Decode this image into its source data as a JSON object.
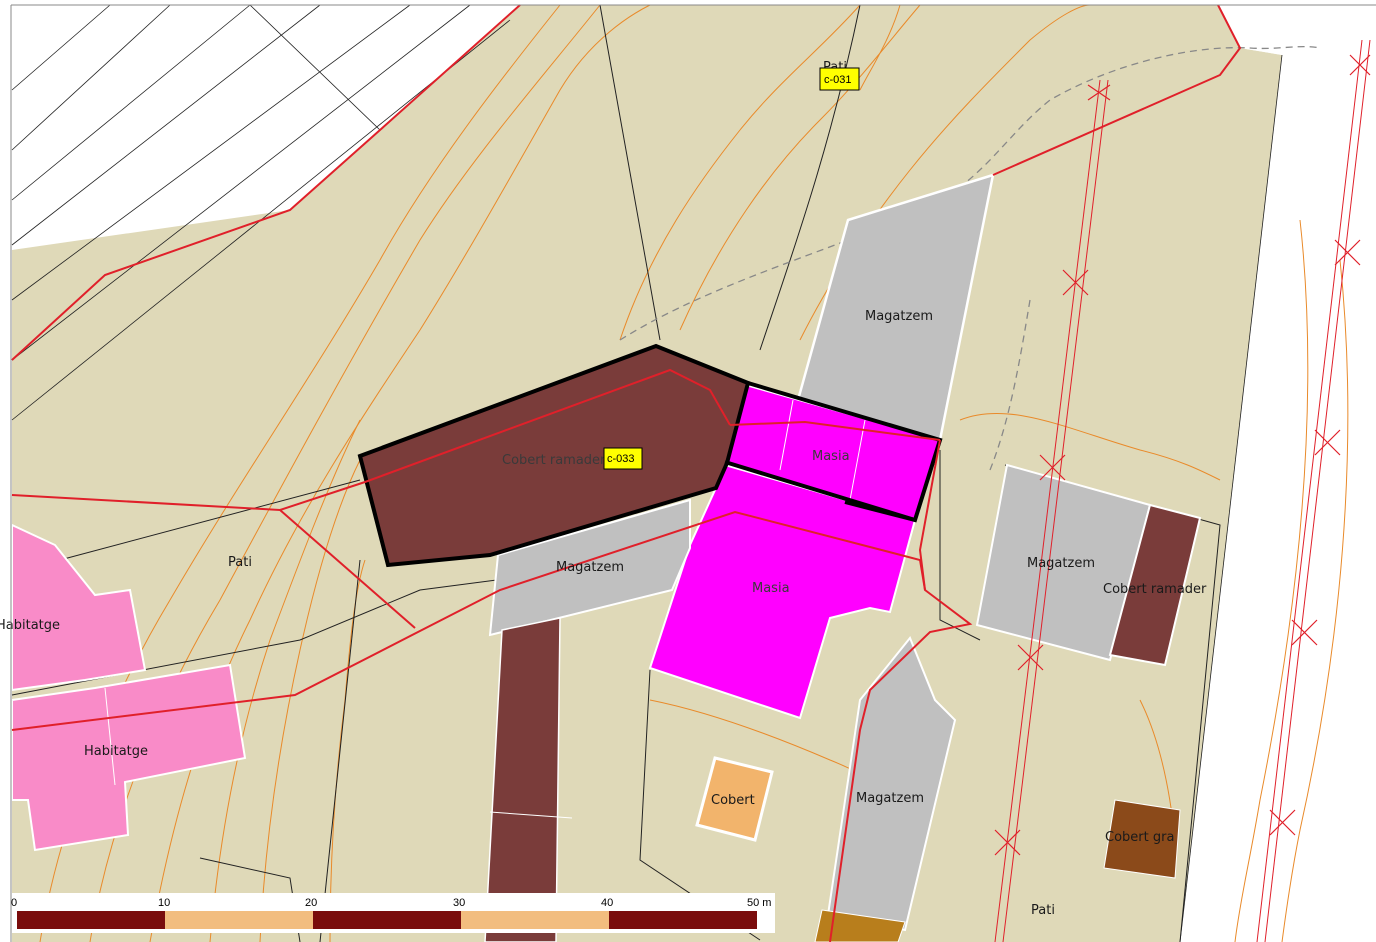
{
  "map": {
    "labels": {
      "pati_top": "Pati",
      "pati_left": "Pati",
      "pati_bottom": "Pati",
      "cobert_ramader_main": "Cobert ramader",
      "masia_upper": "Masia",
      "masia_lower": "Masia",
      "magatzem_top": "Magatzem",
      "magatzem_middle": "Magatzem",
      "magatzem_right": "Magatzem",
      "magatzem_bottom": "Magatzem",
      "cobert_ramader_right": "Cobert ramader",
      "habitatge_left": "Habitatge",
      "habitatge_bottom": "Habitatge",
      "cobert": "Cobert",
      "cobert_gran": "Cobert gra"
    },
    "tags": {
      "tag_top": "c-031",
      "tag_center": "c-033"
    },
    "colors": {
      "ground": "#dfd9b8",
      "road": "#ffffff",
      "masia": "#ff00ff",
      "magatzem": "#c0c0c0",
      "cobert_ramader": "#7a3c3a",
      "habitatge": "#f98bc8",
      "cobert": "#f2b46c",
      "cobert_gran": "#8b4a1a",
      "boundary": "#e0202a",
      "contour": "#e98a2a",
      "selection": "#000000",
      "tag_bg": "#ffff00"
    }
  },
  "scale_bar": {
    "ticks": [
      "0",
      "10",
      "20",
      "30",
      "40",
      "50 m"
    ],
    "colors": [
      "#7a0c0c",
      "#f2bd7f",
      "#7a0c0c",
      "#f2bd7f",
      "#7a0c0c"
    ]
  }
}
